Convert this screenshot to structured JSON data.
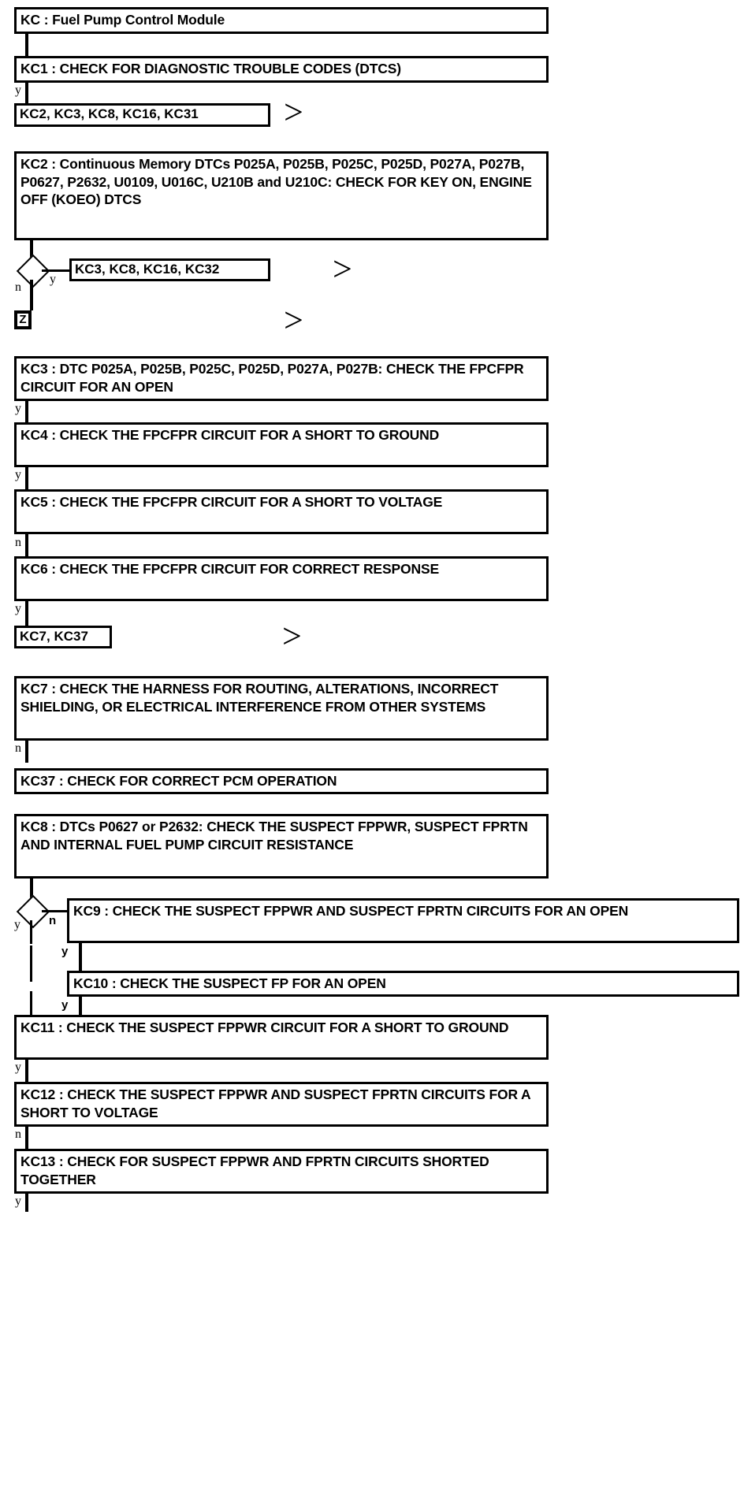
{
  "diagram": {
    "type": "flowchart",
    "title": "KC : Fuel Pump Control Module",
    "nodes": {
      "kc_title": "KC : Fuel Pump Control Module",
      "kc1": "KC1 : CHECK FOR DIAGNOSTIC TROUBLE CODES (DTCS)",
      "ref1": "KC2, KC3, KC8, KC16, KC31",
      "kc2": "KC2 : Continuous Memory DTCs P025A, P025B, P025C, P025D, P027A, P027B, P0627, P2632, U0109, U016C, U210B and U210C: CHECK FOR KEY ON, ENGINE OFF (KOEO) DTCS",
      "ref2": "KC3, KC8, KC16, KC32",
      "zbox": "Z",
      "kc3": "KC3 : DTC P025A, P025B, P025C, P025D, P027A, P027B: CHECK THE FPCFPR CIRCUIT FOR AN OPEN",
      "kc4": "KC4 : CHECK THE FPCFPR CIRCUIT FOR A SHORT TO GROUND",
      "kc5": "KC5 : CHECK THE FPCFPR CIRCUIT FOR A SHORT TO VOLTAGE",
      "kc6": "KC6 : CHECK THE FPCFPR CIRCUIT FOR CORRECT RESPONSE",
      "ref3": "KC7, KC37",
      "kc7": "KC7 : CHECK THE HARNESS FOR ROUTING, ALTERATIONS, INCORRECT SHIELDING, OR ELECTRICAL INTERFERENCE FROM OTHER SYSTEMS",
      "kc37": "KC37 : CHECK FOR CORRECT PCM OPERATION",
      "kc8": "KC8 : DTCs P0627 or P2632: CHECK THE SUSPECT FPPWR, SUSPECT FPRTN AND INTERNAL FUEL PUMP CIRCUIT RESISTANCE",
      "kc9": "KC9 : CHECK THE SUSPECT FPPWR AND SUSPECT FPRTN CIRCUITS FOR AN OPEN",
      "kc10": "KC10 : CHECK THE SUSPECT FP FOR AN OPEN",
      "kc11": "KC11 : CHECK THE SUSPECT FPPWR CIRCUIT FOR A SHORT TO GROUND",
      "kc12": "KC12 : CHECK THE SUSPECT FPPWR AND SUSPECT FPRTN CIRCUITS FOR A SHORT TO VOLTAGE",
      "kc13": "KC13 : CHECK FOR SUSPECT FPPWR AND FPRTN CIRCUITS SHORTED TOGETHER"
    },
    "branch_labels": {
      "kc1_y": "y",
      "kc2_diamond_n": "n",
      "kc2_diamond_y": "y",
      "kc3_y": "y",
      "kc4_y": "y",
      "kc5_n": "n",
      "kc6_y": "y",
      "kc7_n": "n",
      "kc8_diamond_y": "y",
      "kc8_diamond_n": "n",
      "kc9_y": "y",
      "kc10_y": "y",
      "kc11_y": "y",
      "kc12_n": "n",
      "kc13_y": "y"
    },
    "connectors": {
      "offpage_glyph": ">"
    },
    "colors": {
      "line": "#000000",
      "background": "#ffffff",
      "text": "#000000"
    }
  }
}
